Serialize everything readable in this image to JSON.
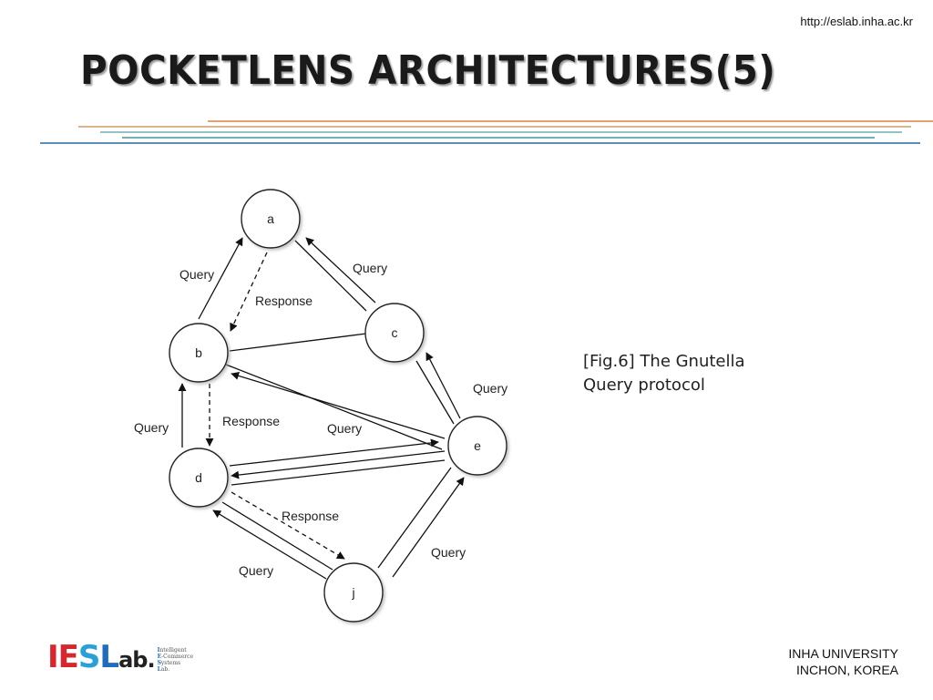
{
  "header": {
    "url": "http://eslab.inha.ac.kr",
    "title": "POCKETLENS ARCHITECTURES(5)"
  },
  "diagram": {
    "nodes": [
      "a",
      "b",
      "c",
      "d",
      "e",
      "j"
    ],
    "labels": {
      "query_b_a": "Query",
      "response_a_b": "Response",
      "query_c_a": "Query",
      "query_e_c": "Query",
      "query_d_b": "Query",
      "response_b_d": "Response",
      "query_e_b": "Query",
      "response_d_j": "Response",
      "query_j_d": "Query",
      "query_j_e": "Query"
    }
  },
  "caption": {
    "line1": "[Fig.6] The Gnutella",
    "line2": "Query protocol"
  },
  "logo": {
    "letters": [
      "IE",
      "S",
      "L",
      "ab."
    ],
    "sub": [
      {
        "initial": "I",
        "rest": "ntelligent"
      },
      {
        "initial": "E",
        "rest": "-Commerce"
      },
      {
        "initial": "S",
        "rest": "ystems"
      },
      {
        "initial": "L",
        "rest": "ab."
      }
    ]
  },
  "footer": {
    "line1": "INHA UNIVERSITY",
    "line2": "INCHON, KOREA"
  },
  "colors": {
    "rule_orange": "#e8a070",
    "rule_tan": "#d9b48a",
    "rule_blue": "#5b8fb8",
    "rule_teal": "#6fb0b0"
  }
}
